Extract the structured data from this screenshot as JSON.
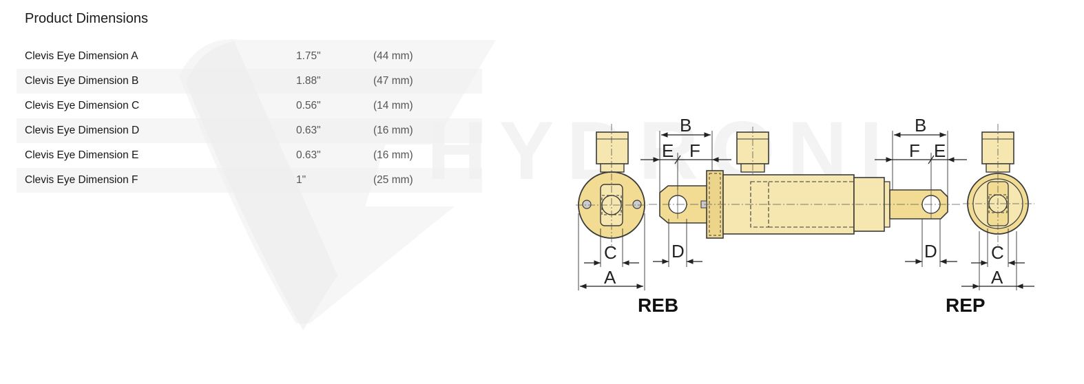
{
  "section": {
    "title": "Product Dimensions"
  },
  "dimensions": [
    {
      "label": "Clevis Eye Dimension A",
      "inches": "1.75\"",
      "mm": "(44 mm)"
    },
    {
      "label": "Clevis Eye Dimension B",
      "inches": "1.88\"",
      "mm": "(47 mm)"
    },
    {
      "label": "Clevis Eye Dimension C",
      "inches": "0.56\"",
      "mm": "(14 mm)"
    },
    {
      "label": "Clevis Eye Dimension D",
      "inches": "0.63\"",
      "mm": "(16 mm)"
    },
    {
      "label": "Clevis Eye Dimension E",
      "inches": "0.63\"",
      "mm": "(16 mm)"
    },
    {
      "label": "Clevis Eye Dimension F",
      "inches": "1\"",
      "mm": "(25 mm)"
    }
  ],
  "diagram": {
    "letters": {
      "a": "A",
      "b": "B",
      "c": "C",
      "d": "D",
      "e": "E",
      "f": "F"
    },
    "models": {
      "left": "REB",
      "right": "REP"
    },
    "watermark": "HYDRONI",
    "colors": {
      "part_fill": "#f6e7b0",
      "part_fill_dark": "#ecd48a",
      "part_stroke": "#3a3a3a",
      "text": "#222222"
    }
  }
}
